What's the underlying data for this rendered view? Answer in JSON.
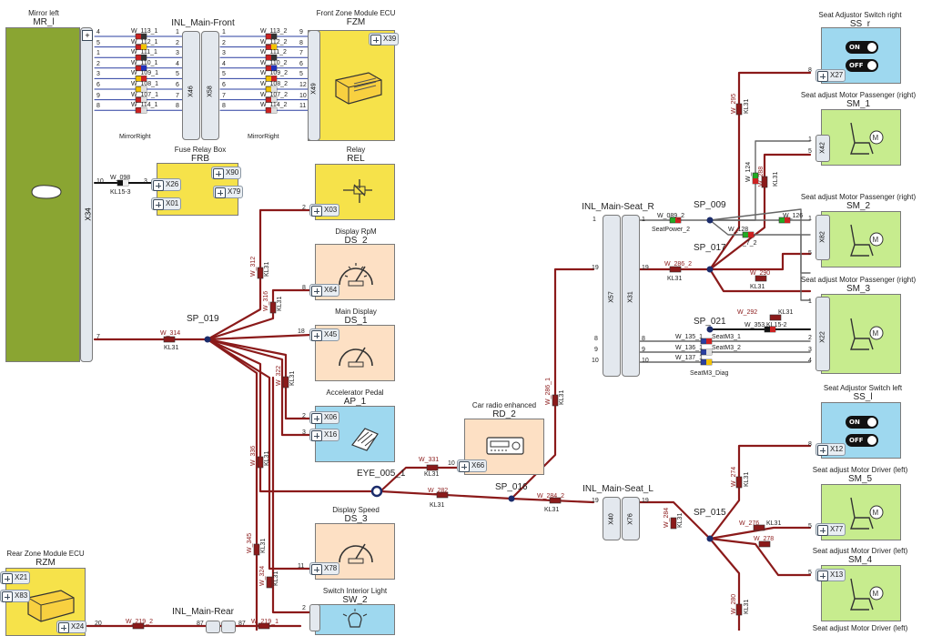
{
  "colors": {
    "wire": "#8b1a1a",
    "ground": "#111111",
    "blue_wire": "#2a3fa0",
    "module_yellow": "#f6e24a",
    "module_green": "#c7ec8e",
    "module_blue": "#9ed8ef",
    "module_peach": "#fde0c4",
    "mirror_green": "#8aa532"
  },
  "components": {
    "mr_l": {
      "subtitle": "Mirror left",
      "title": "MR_l",
      "connector": "X34"
    },
    "inl_front": {
      "title": "INL_Main-Front",
      "left": "X46",
      "right": "X58"
    },
    "fzm": {
      "subtitle": "Front Zone Module ECU",
      "title": "FZM",
      "conn1": "X39",
      "conn2": "X49"
    },
    "frb": {
      "subtitle": "Fuse Relay Box",
      "title": "FRB",
      "conns": [
        "X90",
        "X26",
        "X79",
        "X01"
      ]
    },
    "rel": {
      "subtitle": "Relay",
      "title": "REL",
      "conn": "X03"
    },
    "ds2": {
      "subtitle": "Display RpM",
      "title": "DS_2",
      "conn": "X64"
    },
    "ds1": {
      "subtitle": "Main Display",
      "title": "DS_1",
      "conn": "X45"
    },
    "ap1": {
      "subtitle": "Accelerator Pedal",
      "title": "AP_1",
      "conn1": "X06",
      "conn2": "X16"
    },
    "rd2": {
      "subtitle": "Car radio enhanced",
      "title": "RD_2",
      "conn": "X66"
    },
    "ds3": {
      "subtitle": "Display Speed",
      "title": "DS_3",
      "conn": "X78"
    },
    "sw2": {
      "subtitle": "Switch Interior Light",
      "title": "SW_2"
    },
    "rzm": {
      "subtitle": "Rear Zone Module ECU",
      "title": "RZM",
      "conns": [
        "X21",
        "X83",
        "X24"
      ]
    },
    "inl_rear": {
      "title": "INL_Main-Rear"
    },
    "ss_r": {
      "subtitle": "Seat Adjustor Switch right",
      "title": "SS_r",
      "conn": "X27",
      "on": "ON",
      "off": "OFF"
    },
    "sm1": {
      "subtitle": "Seat adjust Motor Passenger (right)",
      "title": "SM_1",
      "conn": "X42"
    },
    "sm2": {
      "subtitle": "Seat adjust Motor Passenger (right)",
      "title": "SM_2",
      "conn": "X82"
    },
    "sm3": {
      "subtitle": "Seat adjust Motor Passenger (right)",
      "title": "SM_3",
      "conn": "X22"
    },
    "inl_seat_r": {
      "title": "INL_Main-Seat_R",
      "left": "X57",
      "right": "X31"
    },
    "ss_l": {
      "subtitle": "Seat Adjustor Switch left",
      "title": "SS_l",
      "conn": "X12",
      "on": "ON",
      "off": "OFF"
    },
    "sm5": {
      "subtitle": "Seat adjust Motor Driver (left)",
      "title": "SM_5",
      "conn": "X77"
    },
    "sm4": {
      "subtitle": "Seat adjust Motor Driver (left)",
      "title": "SM_4",
      "conn": "X13"
    },
    "inl_seat_l": {
      "title": "INL_Main-Seat_L",
      "left": "X40",
      "right": "X76"
    },
    "bottom_cut": "Seat adjust Motor Driver (left)"
  },
  "splices": {
    "sp_019": "SP_019",
    "sp_016": "SP_016",
    "sp_009": "SP_009",
    "sp_017": "SP_017",
    "sp_021": "SP_021",
    "sp_015": "SP_015",
    "eye": "EYE_005_1"
  },
  "front_wires": [
    {
      "left": "W_113_1",
      "right": "W_113_2",
      "pin_mr": "4",
      "pin_a": "1",
      "pin_b": "1",
      "pin_f": "9",
      "c1": "#cc2222",
      "c2": "#333333"
    },
    {
      "left": "W_112_1",
      "right": "W_112_2",
      "pin_mr": "5",
      "pin_a": "2",
      "pin_b": "2",
      "pin_f": "8",
      "c1": "#cc2222",
      "c2": "#f2c200"
    },
    {
      "left": "W_111_1",
      "right": "W_111_2",
      "pin_mr": "1",
      "pin_a": "3",
      "pin_b": "3",
      "pin_f": "7",
      "c1": "#cc2222",
      "c2": "#333333"
    },
    {
      "left": "W_110_1",
      "right": "W_110_2",
      "pin_mr": "2",
      "pin_a": "4",
      "pin_b": "4",
      "pin_f": "6",
      "c1": "#cc2222",
      "c2": "#2233bb"
    },
    {
      "left": "W_109_1",
      "right": "W_109_2",
      "pin_mr": "3",
      "pin_a": "5",
      "pin_b": "5",
      "pin_f": "5",
      "c1": "#f2c200",
      "c2": "#cc2222"
    },
    {
      "left": "W_108_1",
      "right": "W_108_2",
      "pin_mr": "6",
      "pin_a": "6",
      "pin_b": "6",
      "pin_f": "12",
      "c1": "#f2c200",
      "c2": "#dddddd"
    },
    {
      "left": "W_107_1",
      "right": "W_107_2",
      "pin_mr": "9",
      "pin_a": "7",
      "pin_b": "7",
      "pin_f": "10",
      "c1": "#cc2222",
      "c2": "#dddddd"
    },
    {
      "left": "W_114_1",
      "right": "W_114_2",
      "pin_mr": "8",
      "pin_a": "8",
      "pin_b": "8",
      "pin_f": "11",
      "c1": "#cc2222",
      "c2": "#dddddd"
    }
  ],
  "mirror_right": "MirrorRight",
  "wires": {
    "w098": "W_098",
    "kl15_3": "KL15-3",
    "w314": "W_314",
    "w312": "W_312",
    "w316": "W_316",
    "w322": "W_322",
    "w336": "W_336",
    "w345": "W_345",
    "w324": "W_324",
    "w331": "W_331",
    "w282": "W_282",
    "w286_1": "W_286_1",
    "w284_2": "W_284_2",
    "w284": "W_284",
    "w286_2": "W_286_2",
    "w089_2": "W_089_2",
    "seatpower": "SeatPower_2",
    "w128": "W_128",
    "w126": "W_126",
    "w124": "W_124",
    "w288": "W_288",
    "w290": "W_290",
    "w292": "W_292",
    "w295": "W_295",
    "w353": "W_353",
    "kl15_2": "KL15-2",
    "w135": "W_135_1",
    "w136": "W_136_1",
    "w137": "W_137_1",
    "seatm3_1": "SeatM3_1",
    "seatm3_2": "SeatM3_2",
    "seatm3_diag": "SeatM3_Diag",
    "w274": "W_274",
    "w276": "W_276",
    "w278": "W_278",
    "w280": "W_280",
    "w219_2": "W_219_2",
    "w219_1": "W_219_1",
    "w_7_2": "_7_2",
    "kl31": "KL31"
  },
  "pins": {
    "mr_10": "10",
    "mr_7": "7",
    "frb_3": "3",
    "rel_2": "2",
    "ds2_8": "8",
    "ds1_18": "18",
    "ap1_2": "2",
    "ap1_3": "3",
    "rd2_10": "10",
    "ds3_11": "11",
    "sw2_2": "2",
    "r19a": "19",
    "r19b": "19",
    "r1a": "1",
    "r1b": "1",
    "r8a": "8",
    "r8b": "8",
    "r9a": "9",
    "r9b": "9",
    "r10a": "10",
    "r10b": "10",
    "l19a": "19",
    "l19b": "19",
    "ssr_8": "8",
    "sm1_1": "1",
    "sm1_5": "5",
    "sm2_1": "1",
    "sm2_5": "5",
    "sm3_1": "1",
    "sm3_2": "2",
    "sm3_3": "3",
    "sm3_4": "4",
    "ssl_8": "8",
    "sm5_5": "5",
    "sm4_5": "5",
    "rz_20": "20",
    "rz_87a": "87",
    "rz_87b": "87"
  }
}
